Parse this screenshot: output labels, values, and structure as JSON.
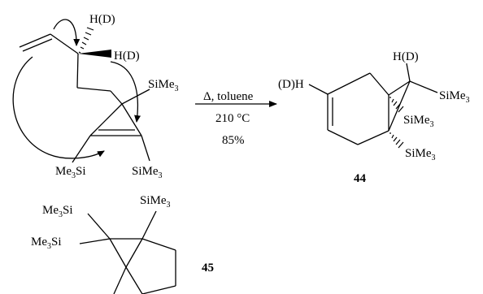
{
  "reactant": {
    "h_top": "H(D)",
    "h_right": "H(D)",
    "sime3_upper": "SiMe3",
    "sime3_lower": "SiMe3",
    "me3si_left": "Me3Si"
  },
  "arrow": {
    "condition_1": "Δ, toluene",
    "condition_2": "210 °C",
    "condition_3": "85%"
  },
  "product_44": {
    "dh_left": "(D)H",
    "h_top": "H(D)",
    "sime3_a": "SiMe3",
    "sime3_b": "SiMe3",
    "sime3_c": "SiMe3",
    "label": "44"
  },
  "compound_45": {
    "me3si_top": "Me3Si",
    "me3si_mid": "Me3Si",
    "sime3_top": "SiMe3",
    "label": "45"
  }
}
